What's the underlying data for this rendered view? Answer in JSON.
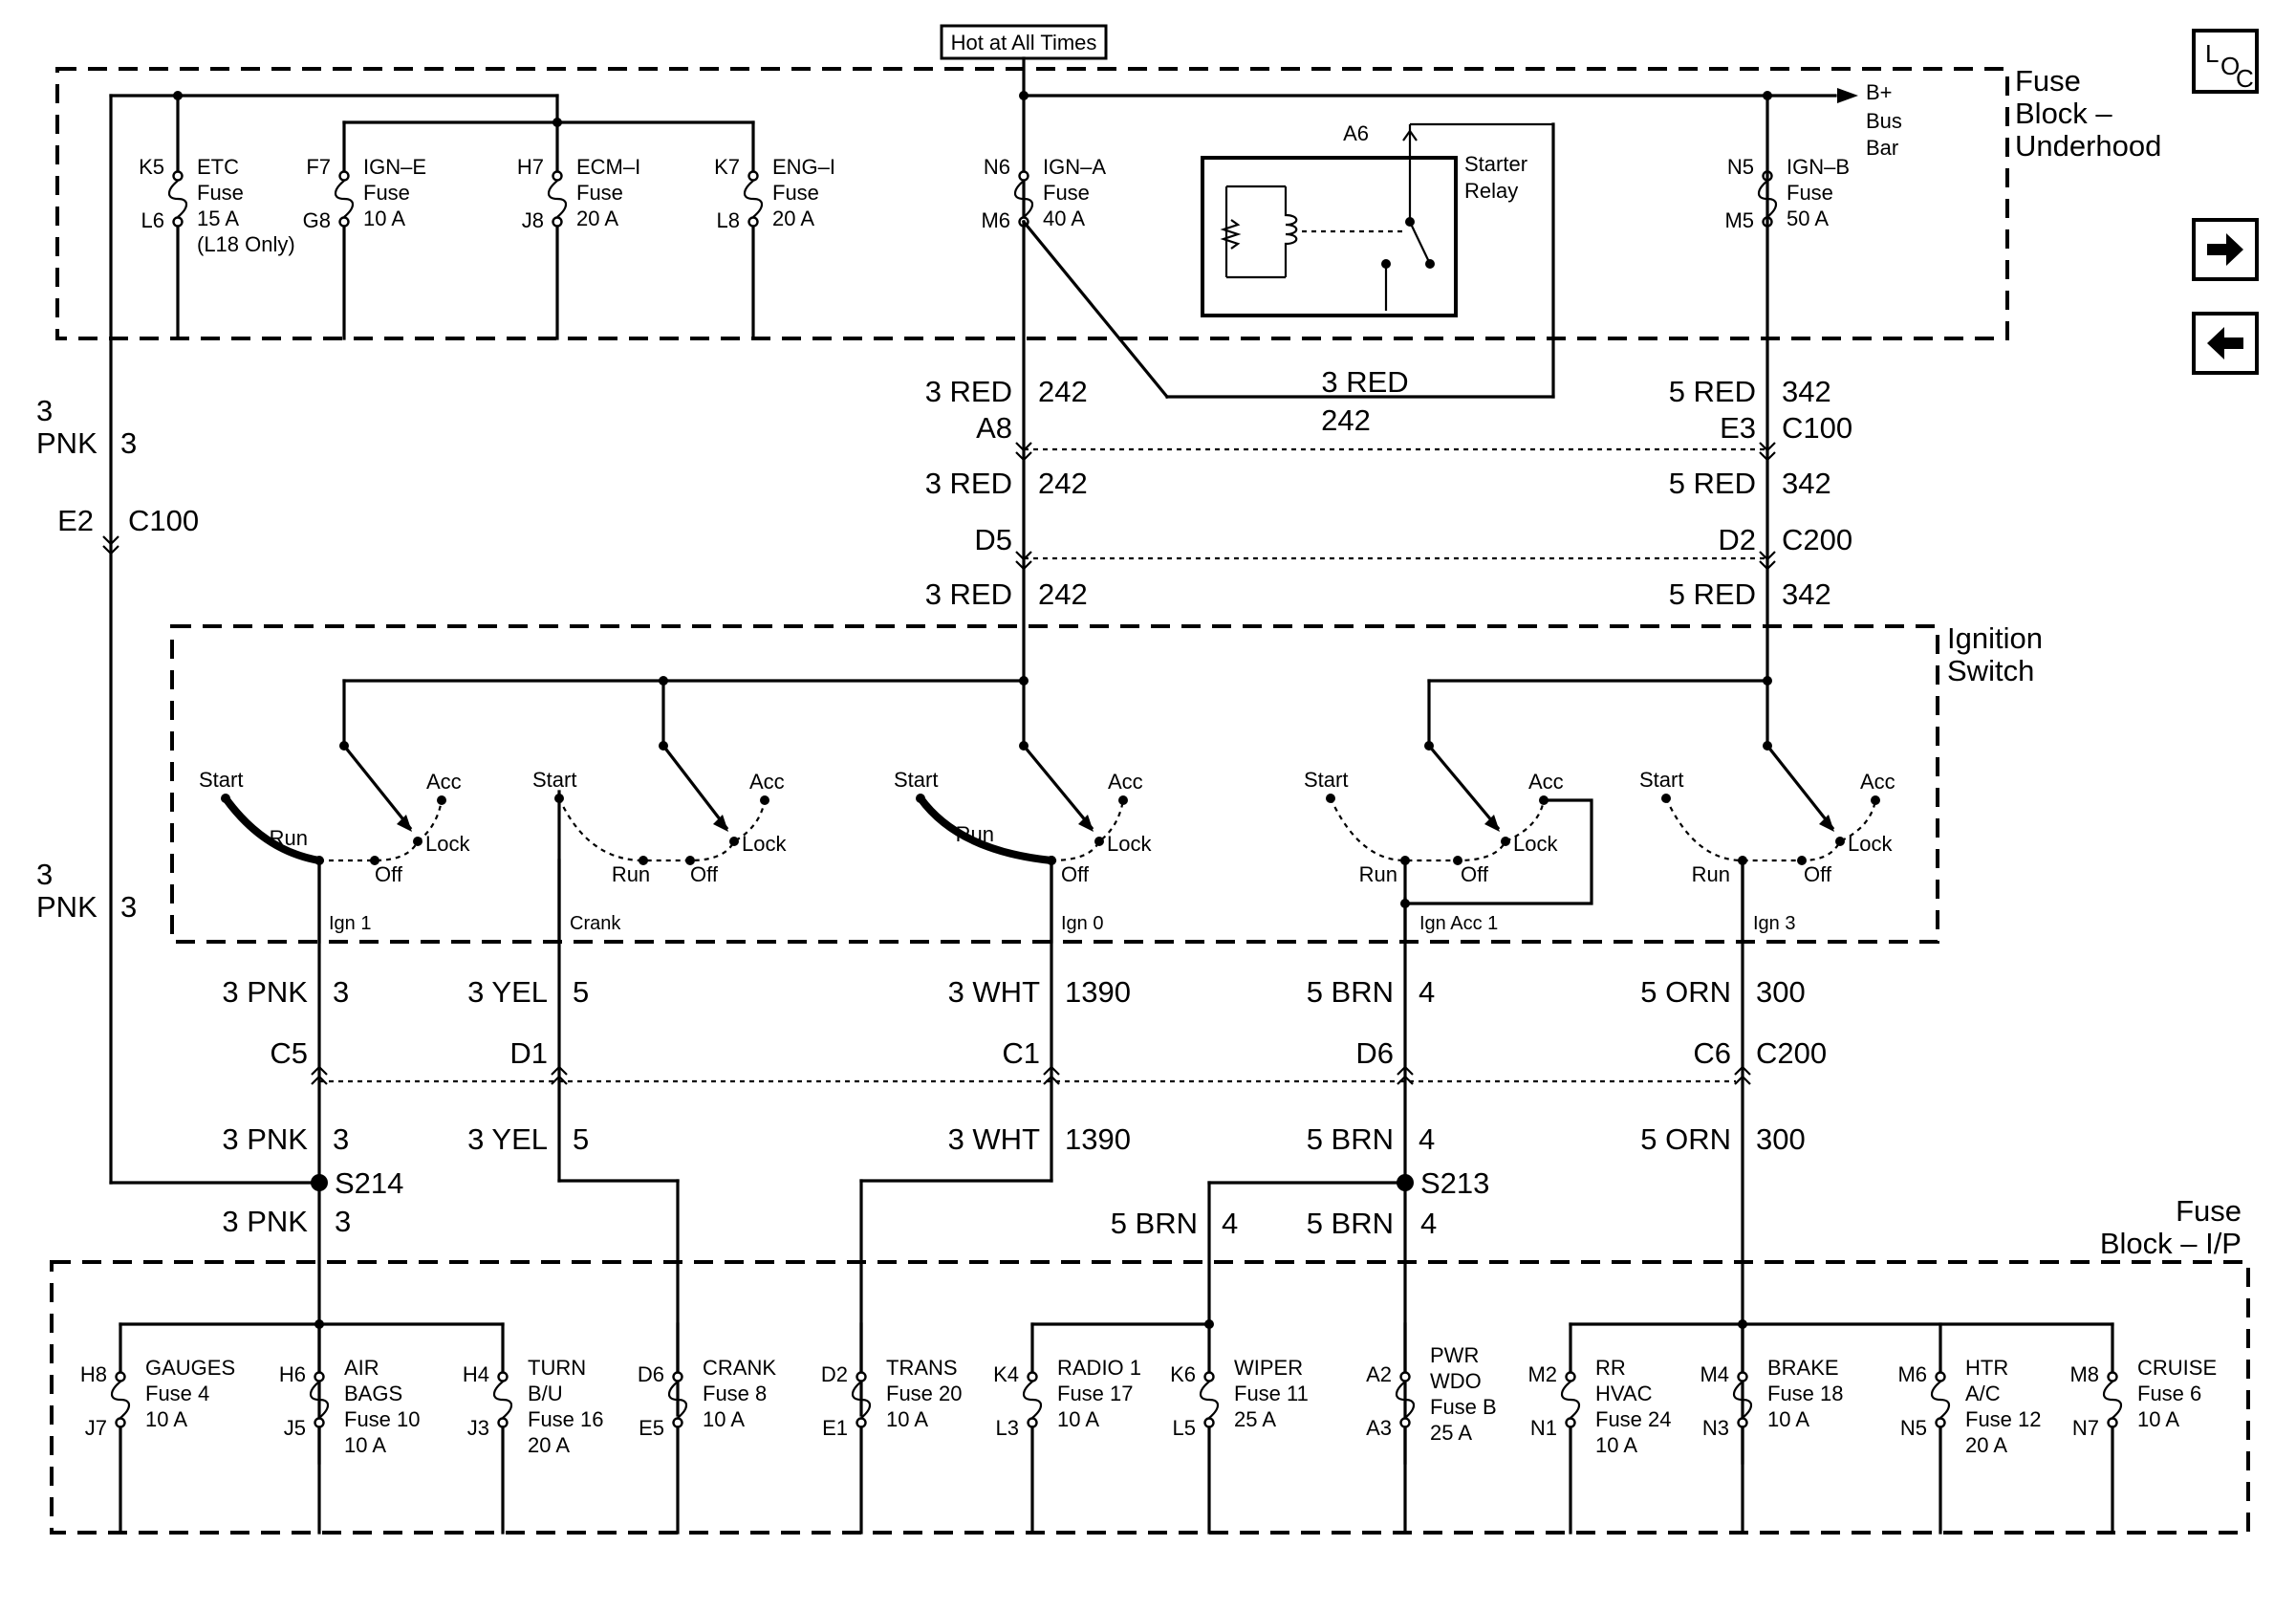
{
  "header": {
    "hot_label": "Hot at All Times"
  },
  "nav": {
    "loc_l": "L",
    "loc_o": "O",
    "loc_c": "C"
  },
  "blocks": {
    "underhood": [
      "Fuse",
      "Block –",
      "Underhood"
    ],
    "ignition_switch": [
      "Ignition",
      "Switch"
    ],
    "ip": [
      "Fuse",
      "Block – I/P"
    ],
    "bus_bar": [
      "B+",
      "Bus",
      "Bar"
    ],
    "starter_relay": [
      "Starter",
      "Relay"
    ],
    "starter_pin": "A6"
  },
  "top_fuses": [
    {
      "in": "K5",
      "out": "L6",
      "lines": [
        "ETC",
        "Fuse",
        "15 A",
        "(L18 Only)"
      ]
    },
    {
      "in": "F7",
      "out": "G8",
      "lines": [
        "IGN–E",
        "Fuse",
        "10 A"
      ]
    },
    {
      "in": "H7",
      "out": "J8",
      "lines": [
        "ECM–I",
        "Fuse",
        "20 A"
      ]
    },
    {
      "in": "K7",
      "out": "L8",
      "lines": [
        "ENG–I",
        "Fuse",
        "20 A"
      ]
    },
    {
      "in": "N6",
      "out": "M6",
      "lines": [
        "IGN–A",
        "Fuse",
        "40 A"
      ]
    },
    {
      "in": "N5",
      "out": "M5",
      "lines": [
        "IGN–B",
        "Fuse",
        "50 A"
      ]
    }
  ],
  "wires": {
    "pnk_left_1": {
      "gauge": "3",
      "color": "PNK",
      "circuit": "3"
    },
    "e2": "E2",
    "c100_left": "C100",
    "pnk_left_2": {
      "gauge": "3",
      "color": "PNK",
      "circuit": "3"
    },
    "red_a1": {
      "gc": "3 RED",
      "circuit": "242"
    },
    "starter_wire": {
      "gc": "3 RED",
      "circuit": "242"
    },
    "a8": "A8",
    "red_a2": {
      "gc": "3 RED",
      "circuit": "242"
    },
    "d5": "D5",
    "red_a3": {
      "gc": "3 RED",
      "circuit": "242"
    },
    "red_b1": {
      "gc": "5 RED",
      "circuit": "342"
    },
    "e3": "E3",
    "c100_right": "C100",
    "red_b2": {
      "gc": "5 RED",
      "circuit": "342"
    },
    "d2": "D2",
    "c200_top": "C200",
    "red_b3": {
      "gc": "5 RED",
      "circuit": "342"
    }
  },
  "switch_labels": {
    "start": "Start",
    "run": "Run",
    "acc": "Acc",
    "lock": "Lock",
    "off": "Off",
    "crank": "Crank"
  },
  "switch_outputs": [
    "Ign 1",
    "Crank",
    "Ign 0",
    "Ign Acc 1",
    "Ign 3"
  ],
  "lower_wires": [
    {
      "gc": "3 PNK",
      "circuit": "3",
      "pin": "C5"
    },
    {
      "gc": "3 YEL",
      "circuit": "5",
      "pin": "D1"
    },
    {
      "gc": "3 WHT",
      "circuit": "1390",
      "pin": "C1"
    },
    {
      "gc": "5 BRN",
      "circuit": "4",
      "pin": "D6"
    },
    {
      "gc": "5 ORN",
      "circuit": "300",
      "pin": "C6",
      "conn": "C200"
    }
  ],
  "lower_wires_b": [
    {
      "gc": "3 PNK",
      "circuit": "3"
    },
    {
      "gc": "3 YEL",
      "circuit": "5"
    },
    {
      "gc": "3 WHT",
      "circuit": "1390"
    },
    {
      "gc": "5 BRN",
      "circuit": "4"
    },
    {
      "gc": "5 ORN",
      "circuit": "300"
    }
  ],
  "splices": {
    "s214": "S214",
    "s213": "S213",
    "s214_below": {
      "gc": "3 PNK",
      "circuit": "3"
    },
    "s213_left": {
      "gc": "5 BRN",
      "circuit": "4"
    },
    "s213_below": {
      "gc": "5 BRN",
      "circuit": "4"
    }
  },
  "ip_fuses": [
    {
      "in": "H8",
      "out": "J7",
      "lines": [
        "GAUGES",
        "Fuse 4",
        "10 A"
      ]
    },
    {
      "in": "H6",
      "out": "J5",
      "lines": [
        "AIR",
        "BAGS",
        "Fuse 10",
        "10 A"
      ]
    },
    {
      "in": "H4",
      "out": "J3",
      "lines": [
        "TURN",
        "B/U",
        "Fuse 16",
        "20 A"
      ]
    },
    {
      "in": "D6",
      "out": "E5",
      "lines": [
        "CRANK",
        "Fuse 8",
        "10 A"
      ]
    },
    {
      "in": "D2",
      "out": "E1",
      "lines": [
        "TRANS",
        "Fuse 20",
        "10 A"
      ]
    },
    {
      "in": "K4",
      "out": "L3",
      "lines": [
        "RADIO 1",
        "Fuse 17",
        "10 A"
      ]
    },
    {
      "in": "K6",
      "out": "L5",
      "lines": [
        "WIPER",
        "Fuse 11",
        "25 A"
      ]
    },
    {
      "in": "A2",
      "out": "A3",
      "lines": [
        "PWR",
        "WDO",
        "Fuse B",
        "25 A"
      ]
    },
    {
      "in": "M2",
      "out": "N1",
      "lines": [
        "RR",
        "HVAC",
        "Fuse 24",
        "10 A"
      ]
    },
    {
      "in": "M4",
      "out": "N3",
      "lines": [
        "BRAKE",
        "Fuse 18",
        "10 A"
      ]
    },
    {
      "in": "M6",
      "out": "N5",
      "lines": [
        "HTR",
        "A/C",
        "Fuse 12",
        "20 A"
      ]
    },
    {
      "in": "M8",
      "out": "N7",
      "lines": [
        "CRUISE",
        "Fuse 6",
        "10 A"
      ]
    }
  ]
}
